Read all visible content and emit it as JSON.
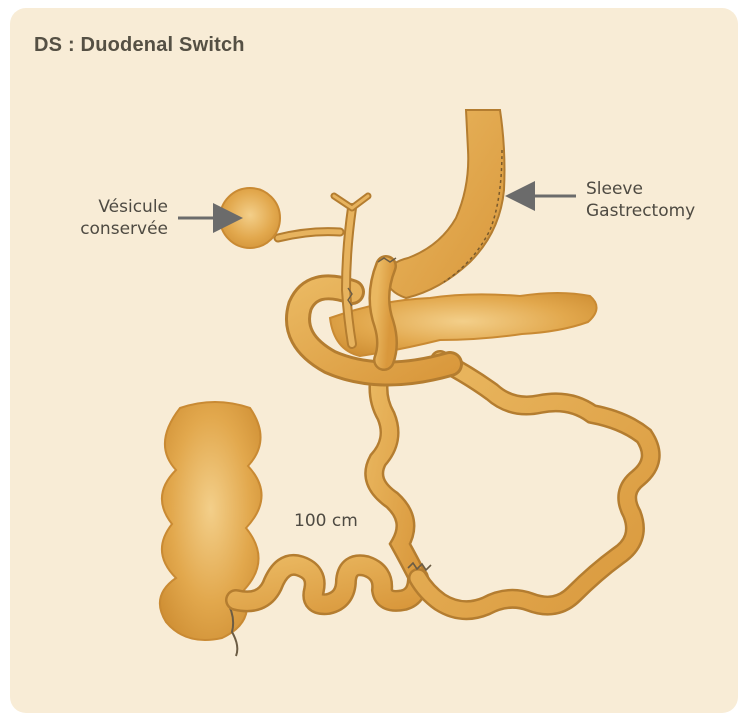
{
  "title": "DS : Duodenal Switch",
  "labels": {
    "gallbladder_line1": "Vésicule",
    "gallbladder_line2": "conservée",
    "sleeve_line1": "Sleeve",
    "sleeve_line2": "Gastrectomy",
    "common_channel": "100 cm"
  },
  "colors": {
    "background": "#f8ecd6",
    "organ_fill": "#e3a94e",
    "organ_stroke": "#a9782e",
    "arrow": "#6b6b6b",
    "text": "#4e4a42"
  }
}
